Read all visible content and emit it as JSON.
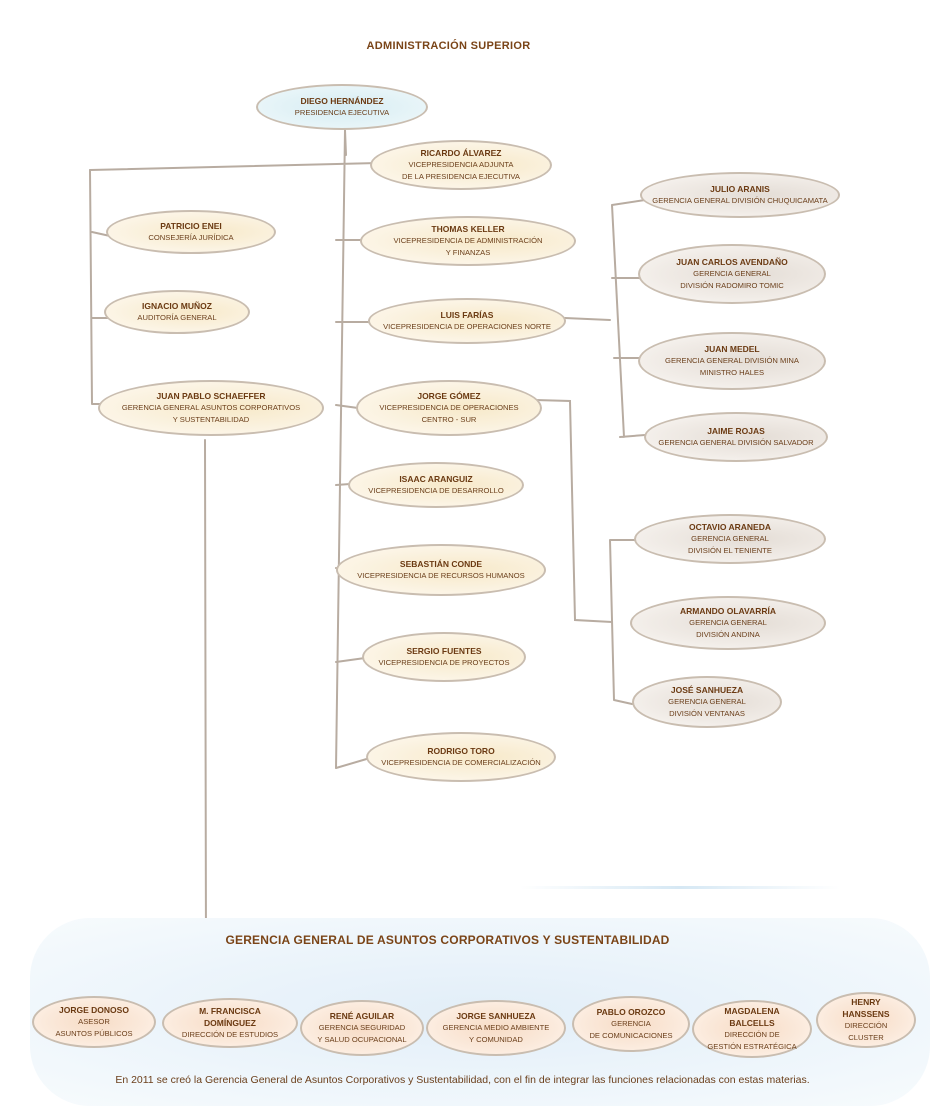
{
  "title": "ADMINISTRACIÓN SUPERIOR",
  "top": {
    "name": "DIEGO HERNÁNDEZ",
    "role": "PRESIDENCIA EJECUTIVA"
  },
  "left_column": [
    {
      "name": "PATRICIO ENEI",
      "role": "CONSEJERÍA JURÍDICA"
    },
    {
      "name": "IGNACIO MUÑOZ",
      "role": "AUDITORÍA GENERAL"
    },
    {
      "name": "JUAN PABLO SCHAEFFER",
      "role": "GERENCIA GENERAL ASUNTOS CORPORATIVOS\nY SUSTENTABILIDAD"
    }
  ],
  "center_column": [
    {
      "name": "RICARDO ÁLVAREZ",
      "role": "VICEPRESIDENCIA ADJUNTA\nDE LA PRESIDENCIA EJECUTIVA"
    },
    {
      "name": "THOMAS KELLER",
      "role": "VICEPRESIDENCIA DE ADMINISTRACIÓN\nY FINANZAS"
    },
    {
      "name": "LUIS FARÍAS",
      "role": "VICEPRESIDENCIA DE OPERACIONES NORTE"
    },
    {
      "name": "JORGE GÓMEZ",
      "role": "VICEPRESIDENCIA DE OPERACIONES\nCENTRO - SUR"
    },
    {
      "name": "ISAAC ARANGUIZ",
      "role": "VICEPRESIDENCIA DE DESARROLLO"
    },
    {
      "name": "SEBASTIÁN CONDE",
      "role": "VICEPRESIDENCIA DE RECURSOS HUMANOS"
    },
    {
      "name": "SERGIO FUENTES",
      "role": "VICEPRESIDENCIA DE PROYECTOS"
    },
    {
      "name": "RODRIGO TORO",
      "role": "VICEPRESIDENCIA DE COMERCIALIZACIÓN"
    }
  ],
  "norte_divisions": [
    {
      "name": "JULIO ARANIS",
      "role": "GERENCIA GENERAL DIVISIÓN CHUQUICAMATA"
    },
    {
      "name": "JUAN CARLOS AVENDAÑO",
      "role": "GERENCIA GENERAL\nDIVISIÓN RADOMIRO TOMIC"
    },
    {
      "name": "JUAN MEDEL",
      "role": "GERENCIA GENERAL DIVISIÓN MINA\nMINISTRO HALES"
    },
    {
      "name": "JAIME ROJAS",
      "role": "GERENCIA GENERAL DIVISIÓN SALVADOR"
    }
  ],
  "centro_sur_divisions": [
    {
      "name": "OCTAVIO ARANEDA",
      "role": "GERENCIA GENERAL\nDIVISIÓN EL TENIENTE"
    },
    {
      "name": "ARMANDO OLAVARRÍA",
      "role": "GERENCIA GENERAL\nDIVISIÓN ANDINA"
    },
    {
      "name": "JOSÉ SANHUEZA",
      "role": "GERENCIA GENERAL\nDIVISIÓN VENTANAS"
    }
  ],
  "corporate": {
    "title": "GERENCIA GENERAL DE ASUNTOS CORPORATIVOS Y SUSTENTABILIDAD",
    "members": [
      {
        "name": "JORGE DONOSO",
        "role": "ASESOR\nASUNTOS PÚBLICOS"
      },
      {
        "name": "M. FRANCISCA DOMÍNGUEZ",
        "role": "DIRECCIÓN DE ESTUDIOS"
      },
      {
        "name": "RENÉ AGUILAR",
        "role": "GERENCIA SEGURIDAD\nY SALUD OCUPACIONAL"
      },
      {
        "name": "JORGE SANHUEZA",
        "role": "GERENCIA MEDIO AMBIENTE\nY COMUNIDAD"
      },
      {
        "name": "PABLO OROZCO",
        "role": "GERENCIA\nDE COMUNICACIONES"
      },
      {
        "name": "MAGDALENA BALCELLS",
        "role": "DIRECCIÓN DE\nGESTIÓN ESTRATÉGICA"
      },
      {
        "name": "HENRY HANSSENS",
        "role": "DIRECCIÓN\nCLUSTER"
      }
    ],
    "footnote": "En 2011 se creó la Gerencia General de Asuntos Corporativos y Sustentabilidad, con el fin de integrar las funciones relacionadas con estas materias."
  },
  "colors": {
    "text": "#6b3f1b",
    "line": "#b8aca1",
    "cream": "#f7e9c9",
    "gray": "#e4ddd6",
    "blue": "#d6ecf3",
    "peach": "#f7dcc6"
  }
}
